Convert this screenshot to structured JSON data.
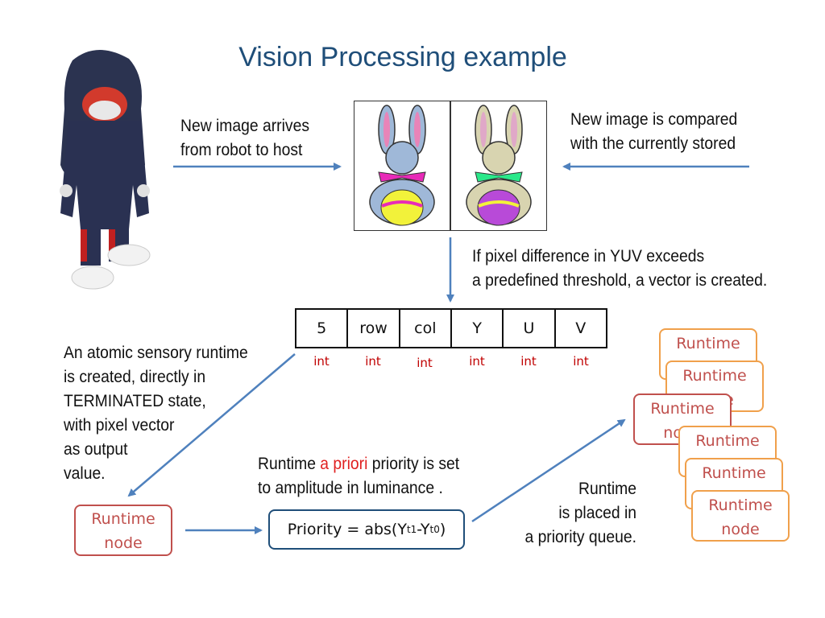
{
  "title": "Vision Processing example",
  "notes": {
    "arrives_l1": "New image arrives",
    "arrives_l2": "from robot to host",
    "compared_l1": "New image is compared",
    "compared_l2": "with the currently stored",
    "threshold_l1": "If pixel difference in YUV exceeds",
    "threshold_l2": "a predefined threshold, a vector is created.",
    "atomic_l1": "An atomic sensory runtime",
    "atomic_l2": "is created, directly in",
    "atomic_l3": "TERMINATED state,",
    "atomic_l4": "with pixel vector",
    "atomic_l5": "as output",
    "atomic_l6": "value.",
    "priority_pre": "Runtime ",
    "priority_red": "a priori",
    "priority_post": " priority is set",
    "priority_l2": "to amplitude in luminance .",
    "queue_l1": "Runtime",
    "queue_l2": "is placed in",
    "queue_l3": "a priority queue."
  },
  "vector": {
    "cells": [
      "5",
      "row",
      "col",
      "Y",
      "U",
      "V"
    ],
    "types": [
      "int",
      "int",
      "int",
      "int",
      "int",
      "int"
    ]
  },
  "runtime_node": {
    "l1": "Runtime",
    "l2": "node"
  },
  "formula": {
    "pre": "Priority = abs(Y",
    "sub1": "t1",
    "mid": "-Y",
    "sub2": "t0",
    "post": ")"
  },
  "colors": {
    "arrow": "#4f81bd",
    "title": "#1f4e79",
    "node_orange": "#f0a04b",
    "node_red": "#c0504d",
    "type_label": "#c00000"
  },
  "icons": [
    "robot-figure",
    "bunny-image-current",
    "bunny-image-new"
  ]
}
